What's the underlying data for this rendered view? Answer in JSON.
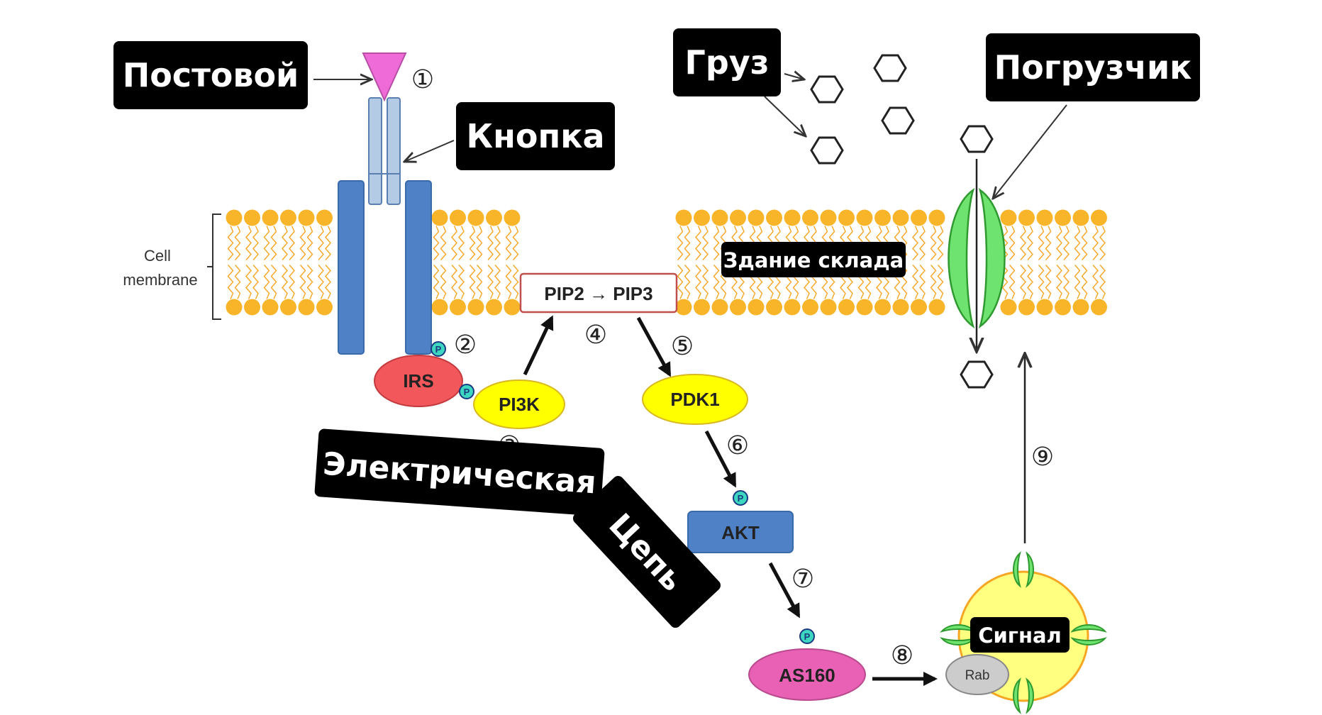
{
  "labels": {
    "receptor_signal": "Постовой",
    "receptor": "Кнопка",
    "cargo": "Груз",
    "transporter": "Погрузчик",
    "membrane_zone": "Здание склада",
    "pathway_line1": "Электрическая",
    "pathway_line2": "Цепь",
    "vesicle": "Сигнал"
  },
  "membrane": {
    "caption_line1": "Cell",
    "caption_line2": "membrane"
  },
  "nodes": {
    "irs": "IRS",
    "pi3k": "PI3K",
    "pip": "PIP2 → PIP3",
    "pdk1": "PDK1",
    "akt": "AKT",
    "as160": "AS160",
    "rab": "Rab",
    "phospho": "P"
  },
  "steps": [
    "①",
    "②",
    "③",
    "④",
    "⑤",
    "⑥",
    "⑦",
    "⑧",
    "⑨"
  ],
  "colors": {
    "lipid_head": "#F9B52A",
    "lipid_tail": "#F6A623",
    "receptor_blue": "#4F81C7",
    "receptor_light": "#B4CBE6",
    "ligand": "#EE6BD8",
    "irs": "#F1575B",
    "kinase_yellow": "#FFFF00",
    "akt_blue": "#4F81C7",
    "as160": "#E961B5",
    "rab": "#CCCCCC",
    "glut": "#6FE36F",
    "vesicle": "#FFFF80",
    "label_bg": "#000000",
    "phospho": "#3DD6C0"
  }
}
